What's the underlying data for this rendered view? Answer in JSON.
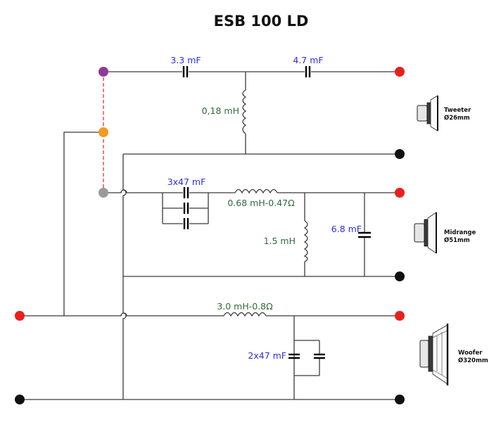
{
  "title": "ESB 100 LD",
  "colors": {
    "positive_terminal": "#e8201e",
    "negative_terminal": "#111111",
    "bi_wire_top": "#8e3a98",
    "bi_wire_mid": "#f39a21",
    "bi_wire_bottom": "#9a9a9a",
    "jumper": "#e8201e",
    "capacitor_label": "#2e2edc",
    "inductor_label": "#2f6a37"
  },
  "components": {
    "tweeter_series_cap": "3.3 mF",
    "tweeter_second_cap": "4.7 mF",
    "tweeter_shunt_coil": "0,18 mH",
    "mid_series_caps": "3x47 mF",
    "mid_series_coil": "0.68 mH-0.47Ω",
    "mid_shunt_coil": "1.5 mH",
    "mid_shunt_cap": "6.8 mF",
    "woofer_series_coil": "3.0 mH-0.8Ω",
    "woofer_shunt_caps": "2x47 mF"
  },
  "speakers": {
    "tweeter": {
      "name": "Tweeter",
      "size": "Ø26mm",
      "icon": "tweeter-icon"
    },
    "midrange": {
      "name": "Midrange",
      "size": "Ø51mm",
      "icon": "midrange-icon"
    },
    "woofer": {
      "name": "Woofer",
      "size": "Ø320mm",
      "icon": "woofer-icon"
    }
  }
}
